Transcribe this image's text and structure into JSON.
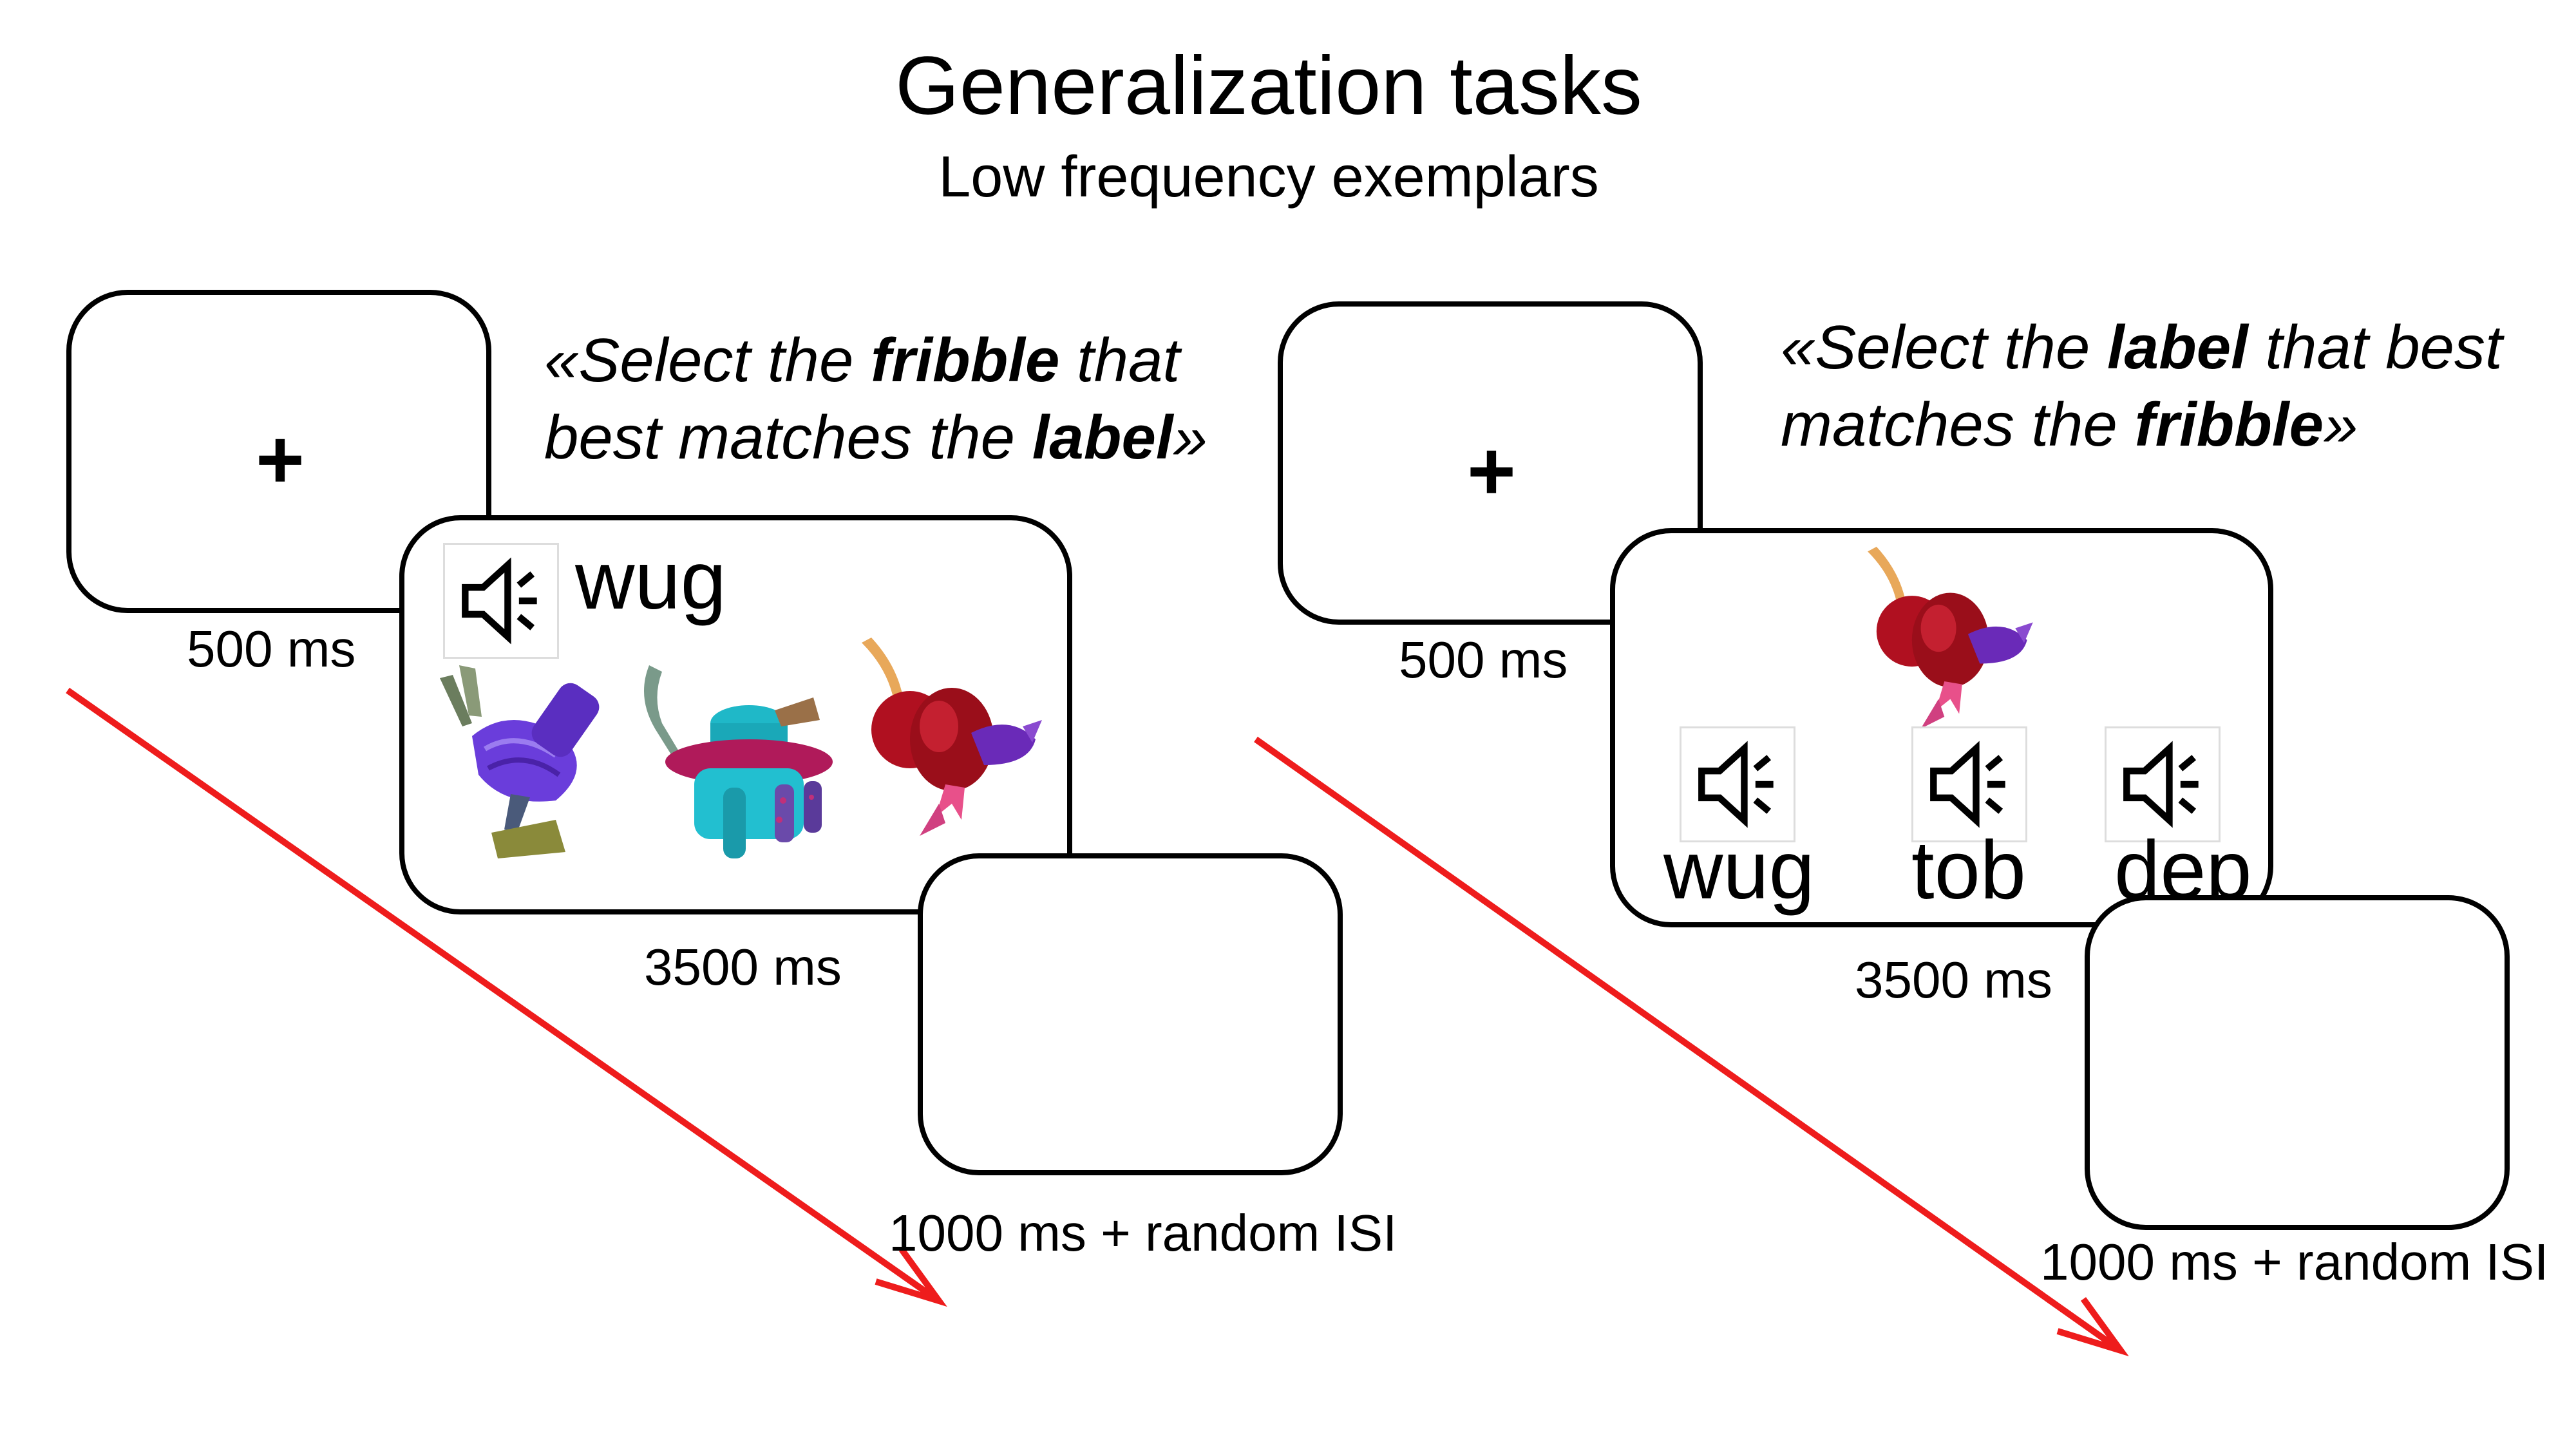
{
  "title": "Generalization tasks",
  "subtitle": "Low frequency exemplars",
  "colors": {
    "arrow": "#ee1c1c",
    "outline": "#000000"
  },
  "left_task": {
    "instruction": {
      "open": "«Select the ",
      "bold1": "fribble",
      "mid": " that best matches the ",
      "bold2": "label",
      "close": "»"
    },
    "fixation": "+",
    "fixation_time": "500 ms",
    "label_word": "wug",
    "stimulus_time": "3500 ms",
    "blank_time": "1000 ms + random ISI",
    "icon": "speaker-icon"
  },
  "right_task": {
    "instruction": {
      "open": "«Select the ",
      "bold1": "label",
      "mid": " that best matches the ",
      "bold2": "fribble",
      "close": "»"
    },
    "fixation": "+",
    "fixation_time": "500 ms",
    "options": [
      "wug",
      "tob",
      "dep"
    ],
    "stimulus_time": "3500 ms",
    "blank_time": "1000 ms + random ISI",
    "icon": "speaker-icon"
  }
}
